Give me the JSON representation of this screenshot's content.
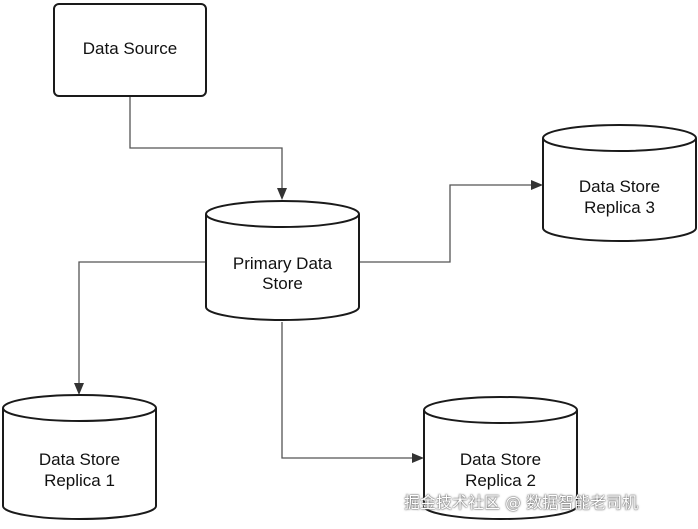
{
  "nodes": {
    "data_source": {
      "label": "Data Source"
    },
    "primary": {
      "line1": "Primary Data",
      "line2": "Store"
    },
    "replica1": {
      "line1": "Data Store",
      "line2": "Replica 1"
    },
    "replica2": {
      "line1": "Data Store",
      "line2": "Replica 2"
    },
    "replica3": {
      "line1": "Data Store",
      "line2": "Replica 3"
    }
  },
  "watermark": "掘金技术社区 @ 数据智能老司机"
}
